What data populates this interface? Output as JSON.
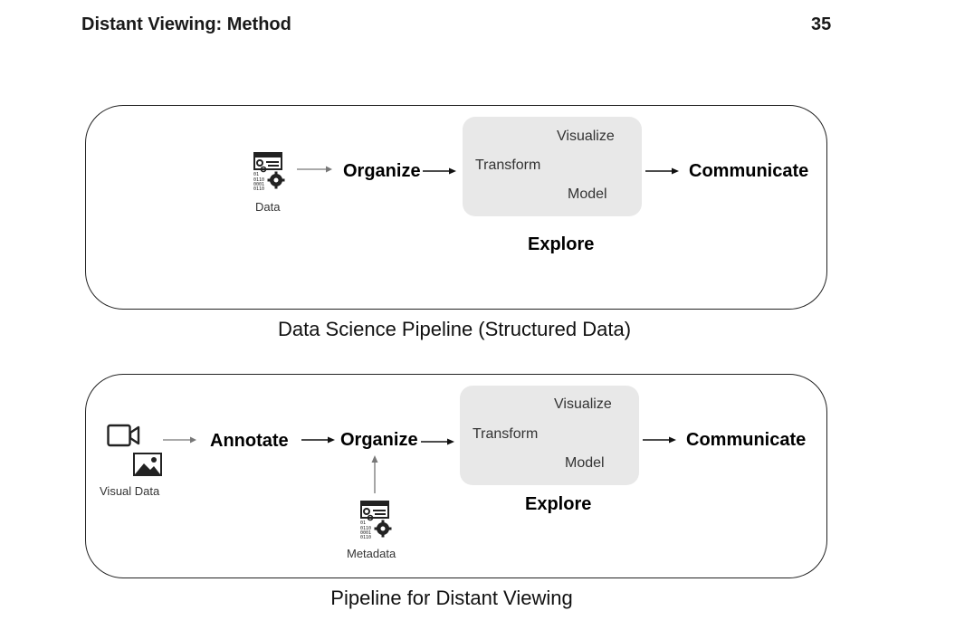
{
  "header": {
    "title": "Distant Viewing: Method",
    "page_number": "35"
  },
  "figure_top": {
    "caption": "Data Science Pipeline (Structured Data)",
    "data_label": "Data",
    "steps": {
      "organize": "Organize",
      "communicate": "Communicate",
      "explore": "Explore"
    },
    "explore_items": {
      "visualize": "Visualize",
      "transform": "Transform",
      "model": "Model"
    }
  },
  "figure_bottom": {
    "caption": "Pipeline for Distant Viewing",
    "visual_data_label": "Visual Data",
    "metadata_label": "Metadata",
    "steps": {
      "annotate": "Annotate",
      "organize": "Organize",
      "communicate": "Communicate",
      "explore": "Explore"
    },
    "explore_items": {
      "visualize": "Visualize",
      "transform": "Transform",
      "model": "Model"
    }
  },
  "icons": [
    "data-icon",
    "video-camera-icon",
    "image-icon",
    "metadata-icon"
  ]
}
